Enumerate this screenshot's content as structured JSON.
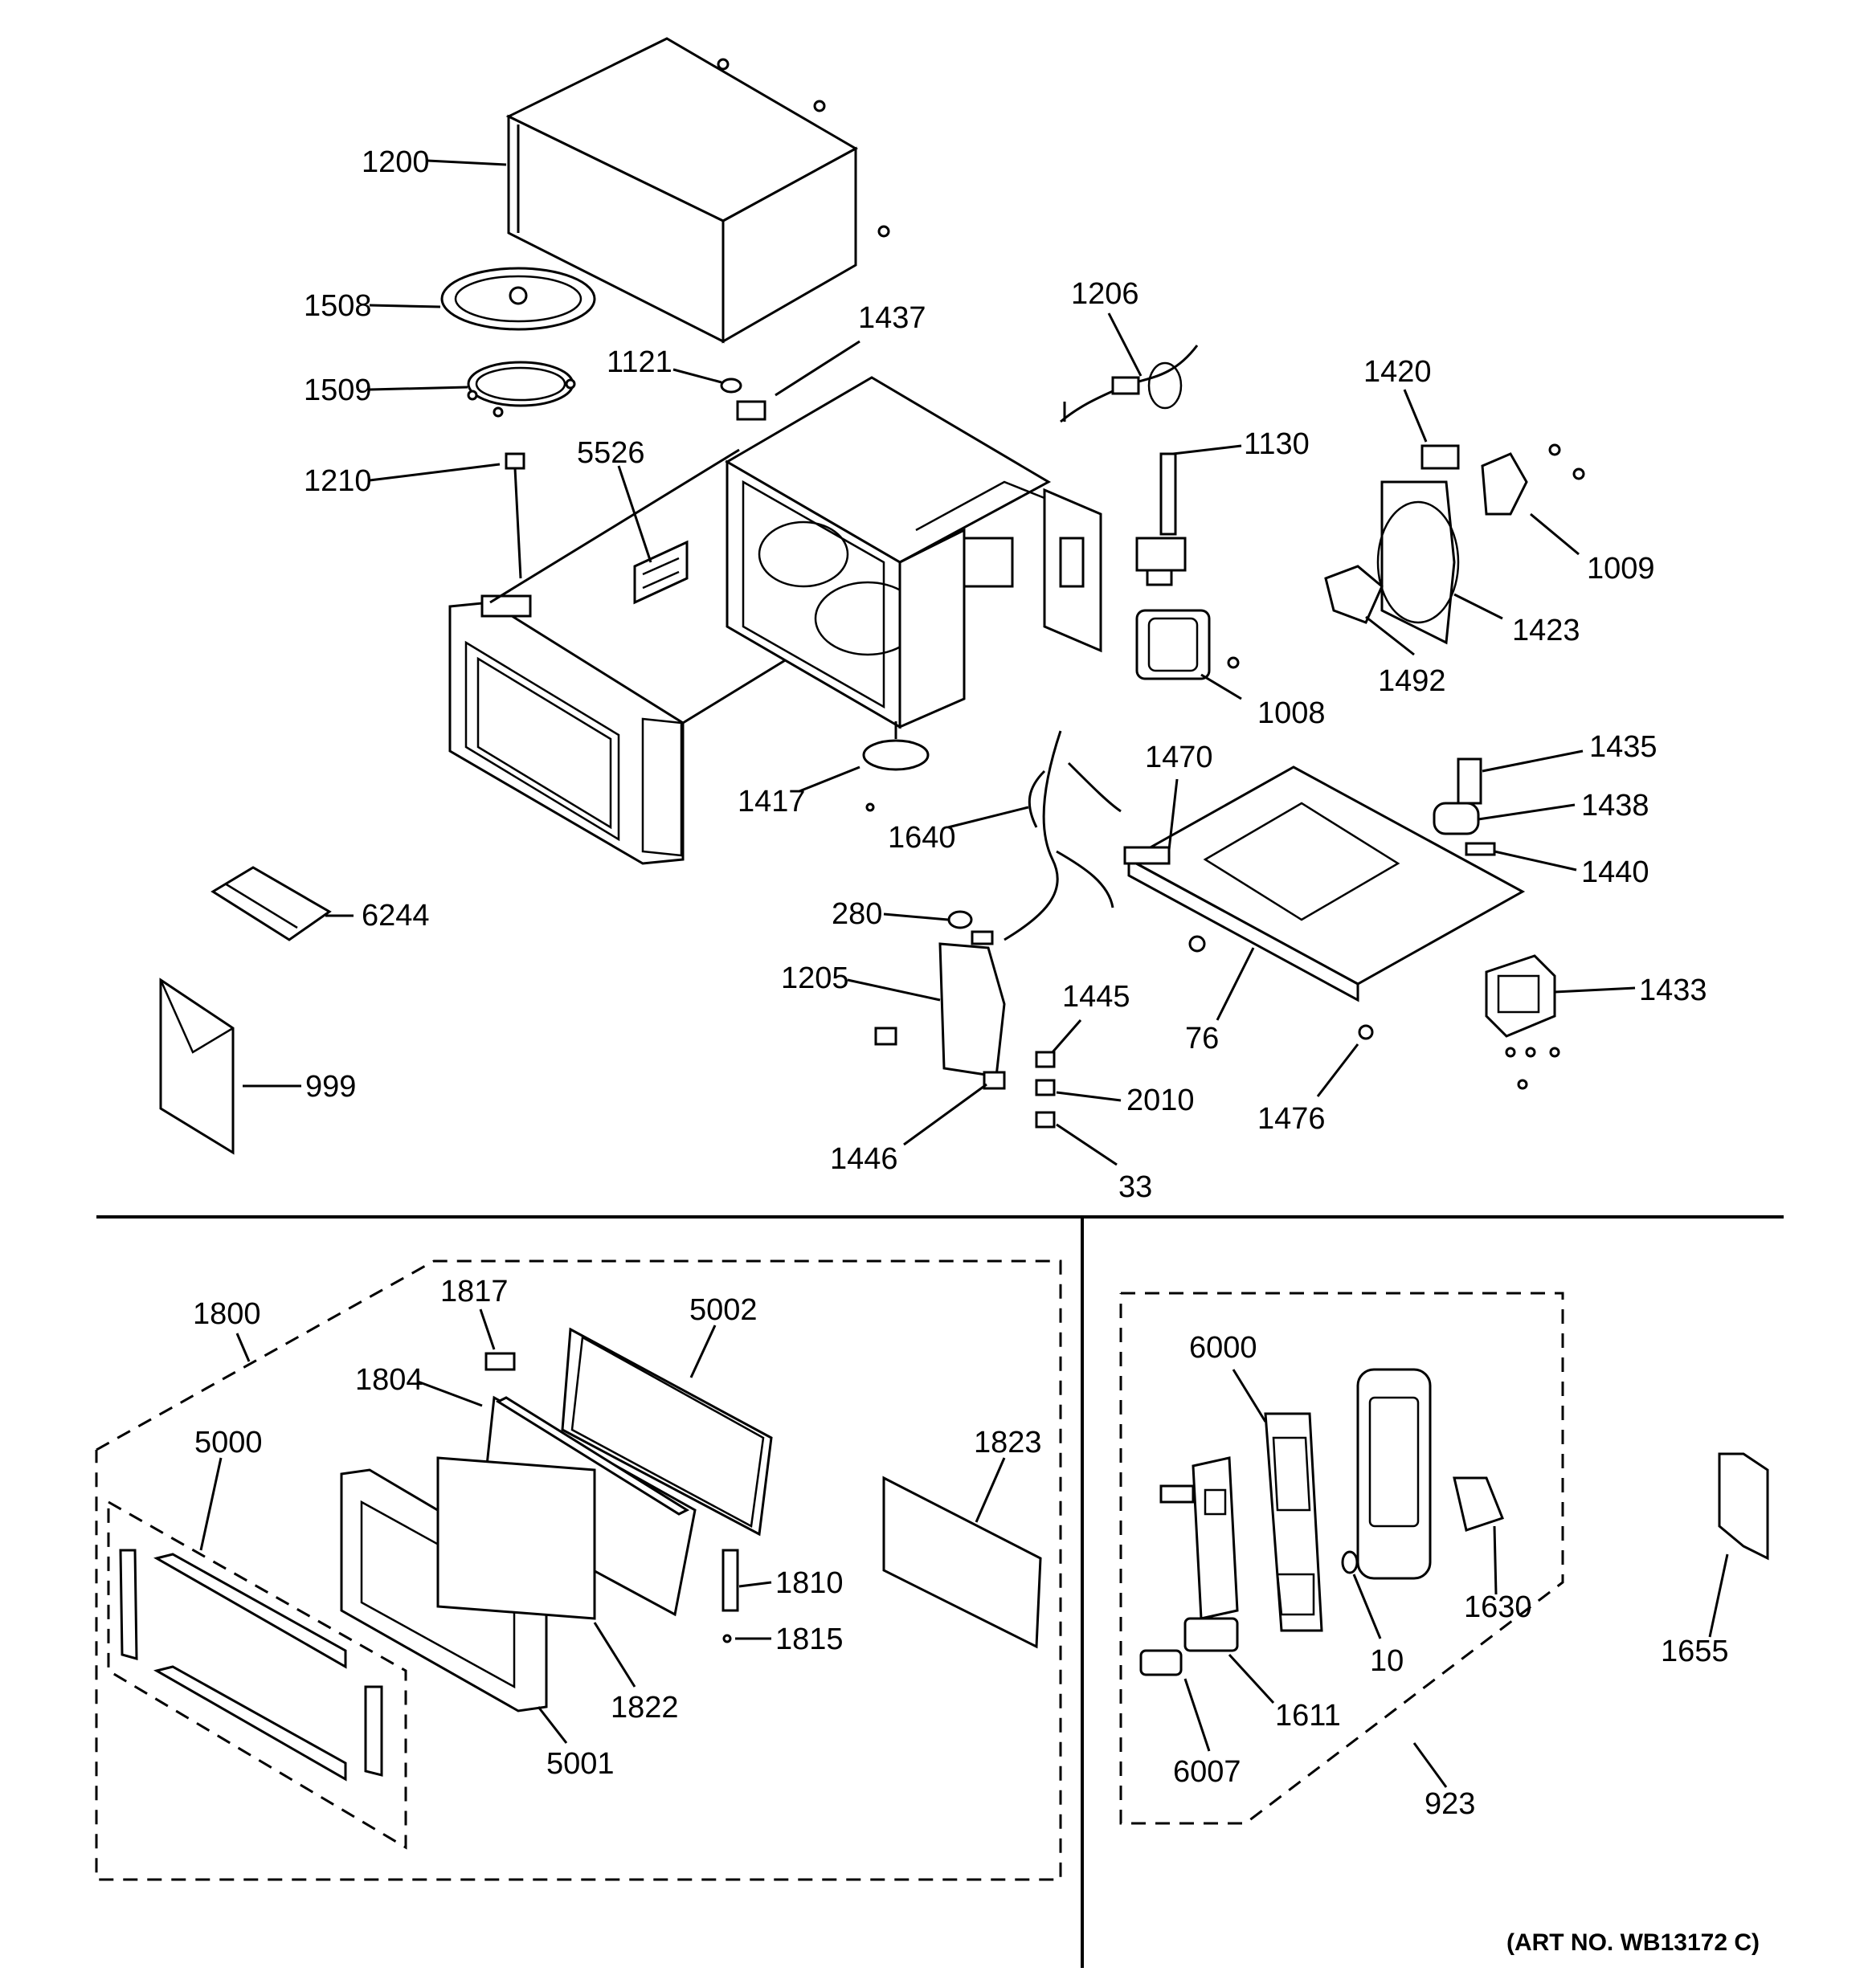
{
  "labels": {
    "l1200": "1200",
    "l1508": "1508",
    "l1509": "1509",
    "l1210": "1210",
    "l1121": "1121",
    "l1437": "1437",
    "l5526": "5526",
    "l1206": "1206",
    "l1130": "1130",
    "l1420": "1420",
    "l1009": "1009",
    "l1423": "1423",
    "l1492": "1492",
    "l1008": "1008",
    "l1417": "1417",
    "l1640": "1640",
    "l1470": "1470",
    "l1435": "1435",
    "l1438": "1438",
    "l1440": "1440",
    "l6244": "6244",
    "l280": "280",
    "l1205": "1205",
    "l1445": "1445",
    "l76": "76",
    "l1433": "1433",
    "l999": "999",
    "l2010": "2010",
    "l1476": "1476",
    "l1446": "1446",
    "l33": "33",
    "l1800": "1800",
    "l1817": "1817",
    "l5002": "5002",
    "l1804": "1804",
    "l5000": "5000",
    "l1823": "1823",
    "l1810": "1810",
    "l1815": "1815",
    "l1822": "1822",
    "l5001": "5001",
    "l6000": "6000",
    "l1630": "1630",
    "l10": "10",
    "l1611": "1611",
    "l6007": "6007",
    "l923": "923",
    "l1655": "1655"
  },
  "art_number": "(ART NO. WB13172 C)"
}
